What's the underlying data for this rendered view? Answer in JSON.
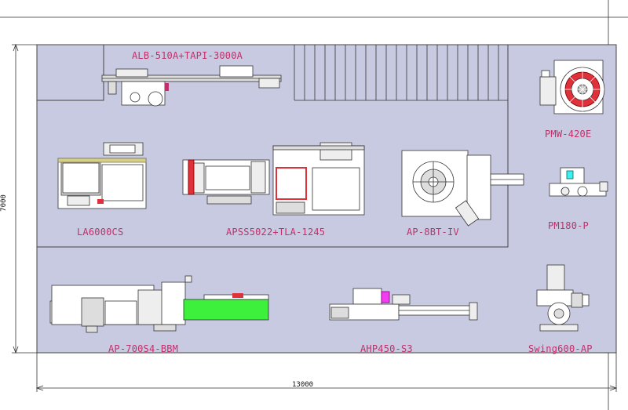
{
  "labels": {
    "alb": "ALB-510A+TAPI-3000A",
    "pmw": "PMW-420E",
    "la6000": "LA6000CS",
    "apss": "APSS5022+TLA-1245",
    "ap8bt": "AP-8BT-IV",
    "pm180": "PM180-P",
    "ap700": "AP-700S4-BBM",
    "ahp450": "AHP450-S3",
    "swing": "Swing600-AP"
  },
  "dimensions": {
    "width": "13000",
    "height": "7000"
  },
  "colors": {
    "floor": "#c8cae2",
    "label": "#c0306a",
    "conveyor_green": "#3cf03c",
    "magenta_accent": "#f43cf0",
    "red_frame": "#e0303a"
  }
}
